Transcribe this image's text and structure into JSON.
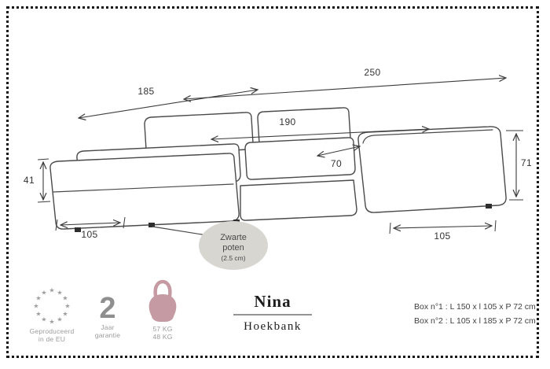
{
  "diagram": {
    "labels": {
      "width_total": "250",
      "depth_total": "185",
      "inner_width": "190",
      "seat_depth": "70",
      "chaise_height": "41",
      "back_height": "71",
      "chaise_width": "105",
      "right_depth": "105"
    },
    "callout": {
      "line1": "Zwarte",
      "line2": "poten",
      "line3": "(2.5 cm)"
    }
  },
  "footer": {
    "eu": {
      "star_glyph": "★",
      "caption_line1": "Geproduceerd",
      "caption_line2": "in de EU"
    },
    "warranty": {
      "number": "2",
      "caption_line1": "Jaar",
      "caption_line2": "garantie"
    },
    "weight": {
      "caption_line1": "57 KG",
      "caption_line2": "48 KG"
    },
    "product": {
      "name": "Nina",
      "category": "Hoekbank"
    },
    "boxes": {
      "line1": "Box n°1 : L 150 x l 105 x P 72 cm",
      "line2": "Box n°2 : L 105 x l 185 x P 72 cm"
    }
  },
  "colors": {
    "line": "#4a4a4a",
    "accent_pink": "#c59aa2",
    "muted_gray": "#9c9c9c",
    "callout_bg": "#d7d6d1"
  }
}
